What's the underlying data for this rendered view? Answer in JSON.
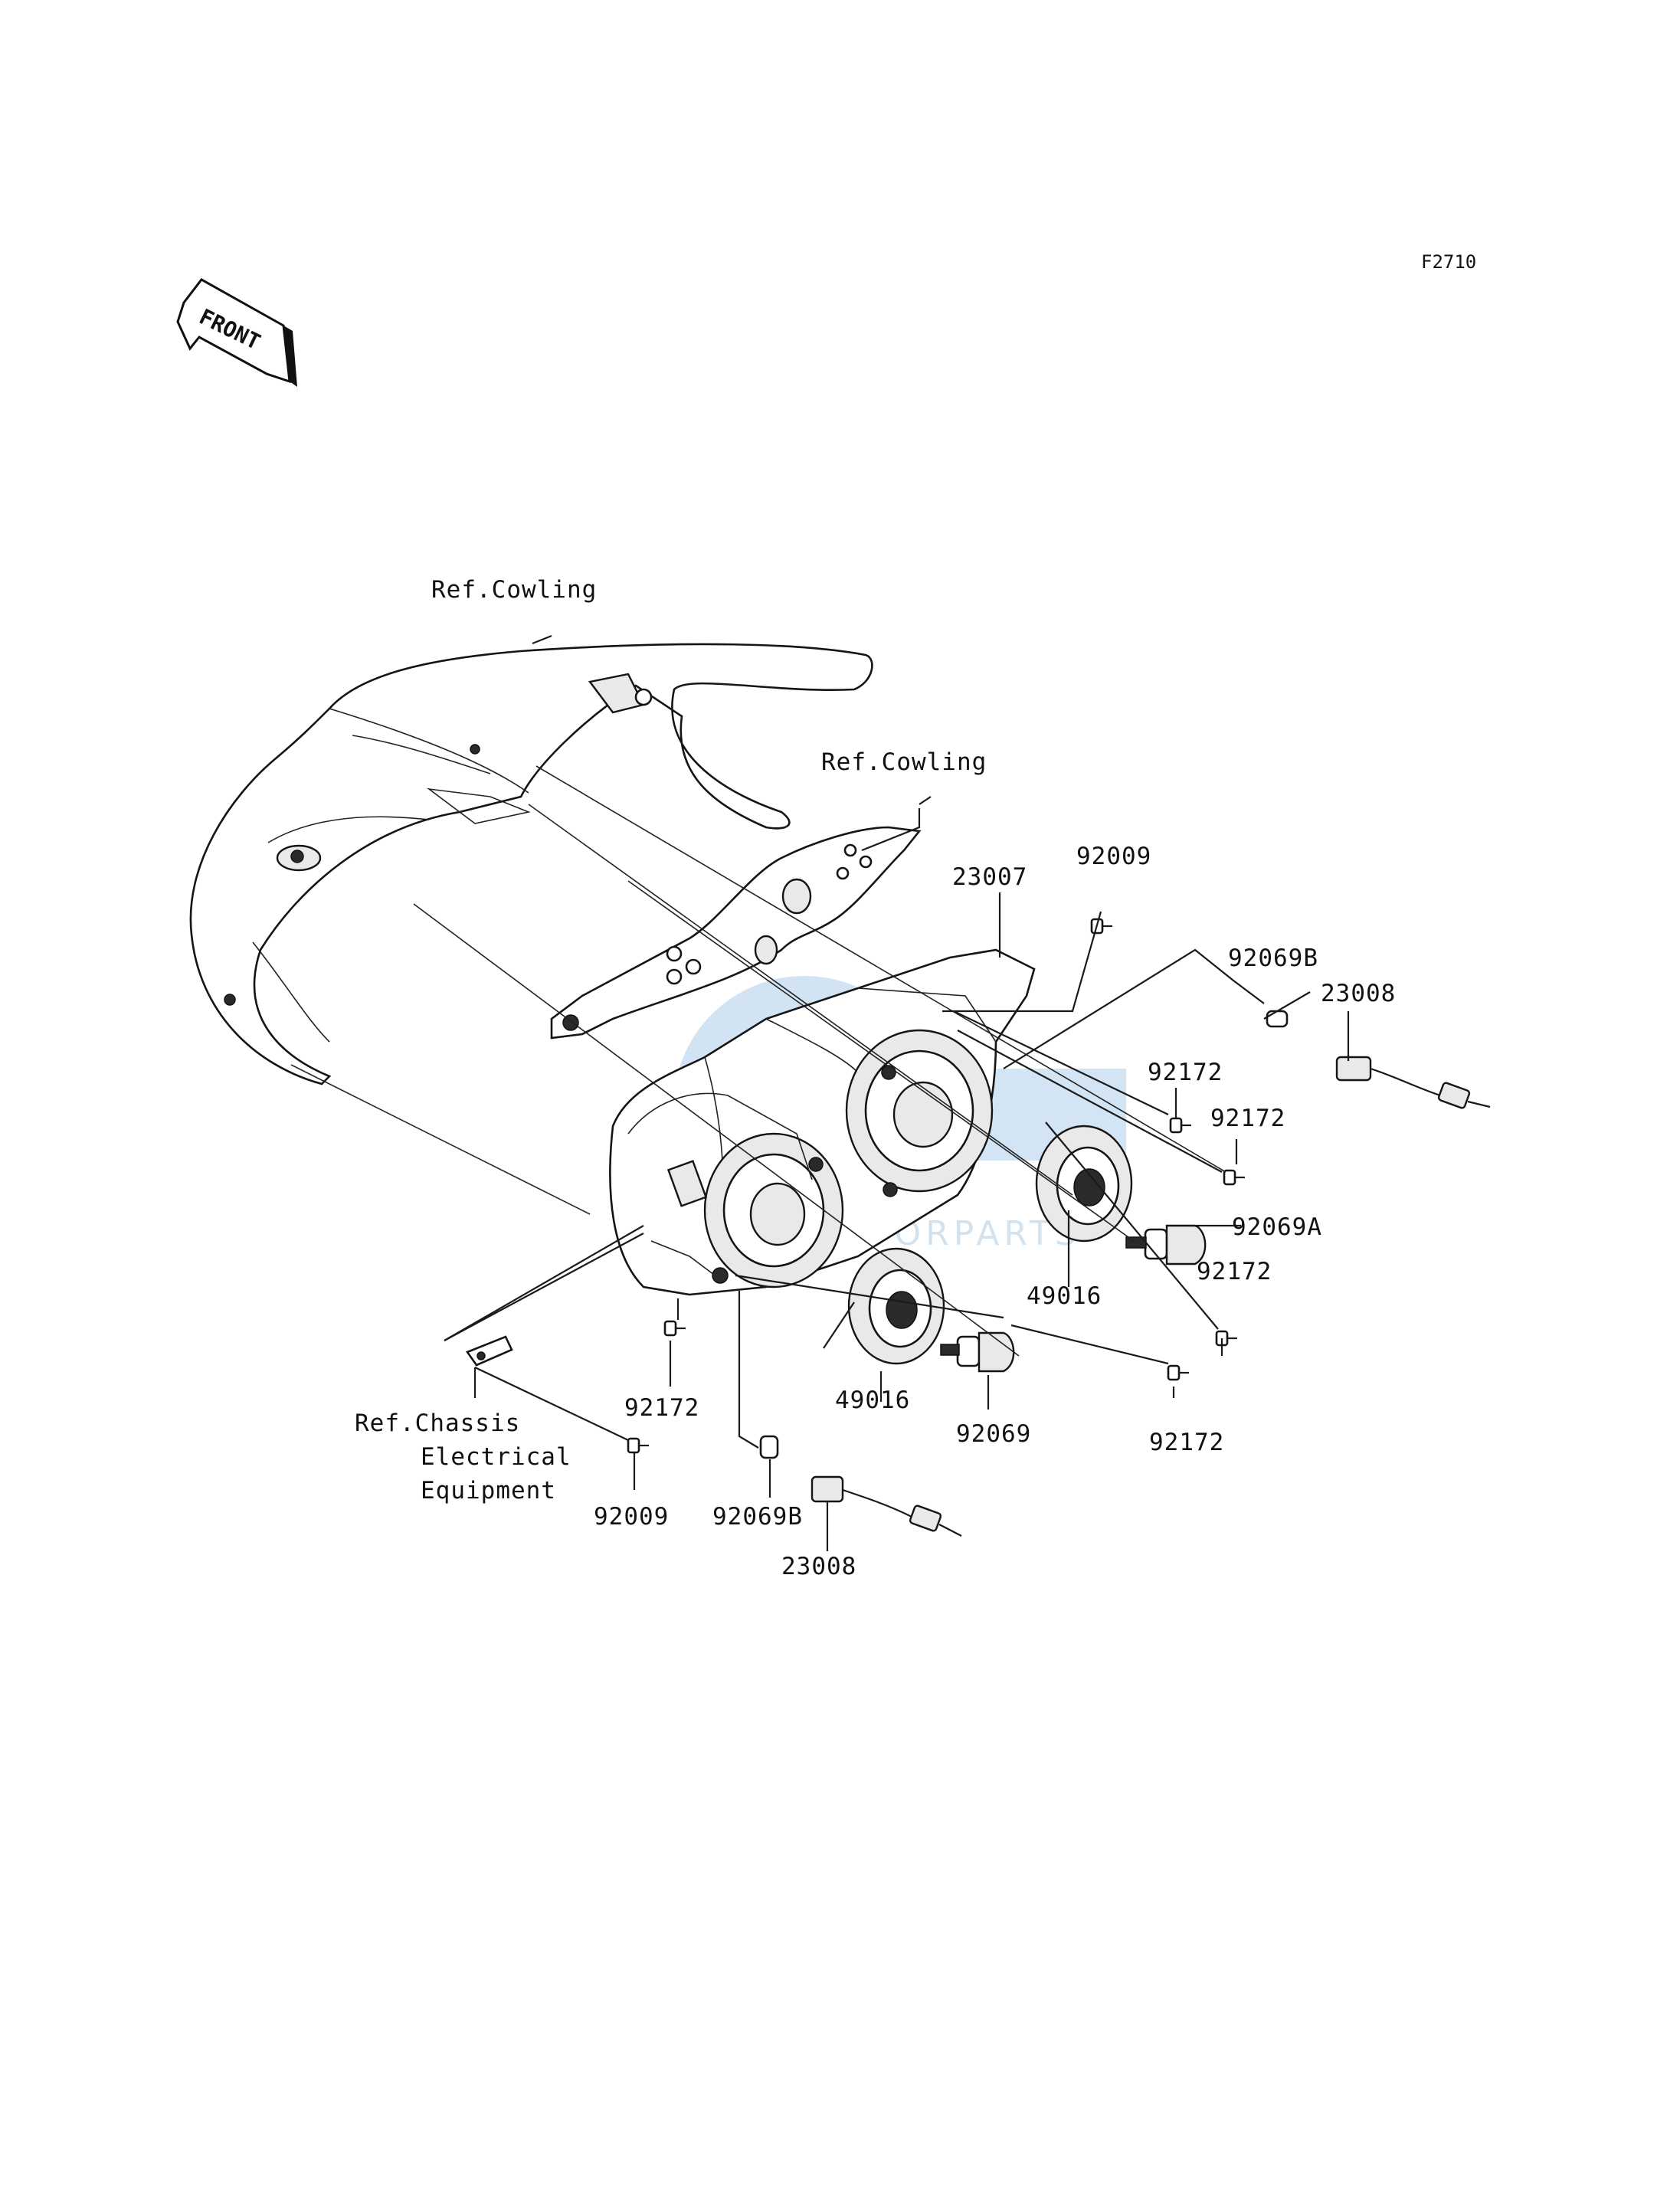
{
  "diagram": {
    "code": "F2710",
    "front_arrow": "FRONT",
    "ref_labels": {
      "cowling_upper": "Ref.Cowling",
      "cowling_inner": "Ref.Cowling",
      "chassis_line1": "Ref.Chassis",
      "chassis_line2": "Electrical",
      "chassis_line3": "Equipment"
    },
    "parts": {
      "p23007": "23007",
      "p92009_top": "92009",
      "p92069B_top": "92069B",
      "p23008_top": "23008",
      "p92172_a": "92172",
      "p92172_b": "92172",
      "p92069A": "92069A",
      "p92172_c": "92172",
      "p49016_right": "49016",
      "p92172_left": "92172",
      "p49016_center": "49016",
      "p92069": "92069",
      "p92172_bottom": "92172",
      "p92009_bottom": "92009",
      "p92069B_bottom": "92069B",
      "p23008_bottom": "23008"
    },
    "watermark": {
      "brand": "CMS",
      "subtitle": "MOTORPARTS"
    },
    "colors": {
      "line": "#1a1a1a",
      "watermark": "#9dc3e6"
    }
  }
}
